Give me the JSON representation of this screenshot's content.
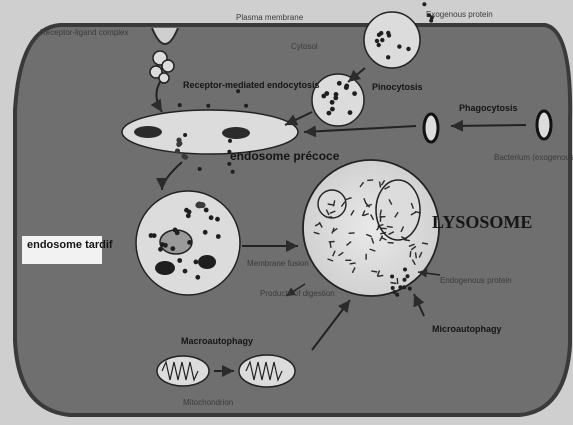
{
  "labels": {
    "receptor_ligand_complex": "Receptor-ligand complex",
    "plasma_membrane": "Plasma membrane",
    "cytosol": "Cytosol",
    "exogenous_protein": "Exogenous protein",
    "receptor_mediated": "Receptor-mediated endocytosis",
    "pinocytosis": "Pinocytosis",
    "phagocytosis": "Phagocytosis",
    "endosome_precoce": "endosome précoce",
    "bacterium": "Bacterium (exogenous particle)",
    "lysosome": "LYSOSOME",
    "endosome_tardif": "endosome tardif",
    "membrane_fusion": "Membrane fusion",
    "products_of_digestion": "Products of digestion",
    "endogenous_protein": "Endogenous protein",
    "microautophagy": "Microautophagy",
    "macroautophagy": "Macroautophagy",
    "mitochondrion": "Mitochondrion"
  },
  "colors": {
    "page_background": "#cfcfcf",
    "cell_fill": "#707070",
    "cell_stroke": "#3a3a3a",
    "vesicle_fill": "#dcdcdc",
    "dark_ink": "#1f1f1f"
  }
}
